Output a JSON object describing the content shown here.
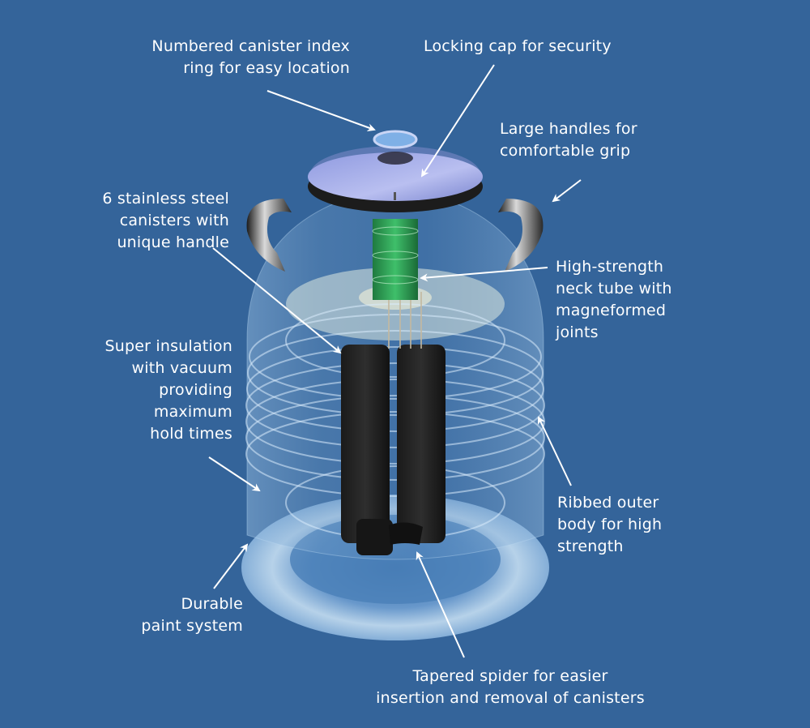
{
  "diagram": {
    "background_color": "#34649a",
    "label_color": "#ffffff",
    "subject": "cryogenic storage dewar with canisters",
    "callouts": [
      {
        "id": "index-ring",
        "text": "Numbered canister index\nring for easy location"
      },
      {
        "id": "locking-cap",
        "text": "Locking cap for security"
      },
      {
        "id": "handles",
        "text": "Large handles for\ncomfortable grip"
      },
      {
        "id": "canisters",
        "text": "6 stainless steel\ncanisters with\nunique handle"
      },
      {
        "id": "neck-tube",
        "text": "High-strength\nneck tube with\nmagneformed\njoints"
      },
      {
        "id": "insulation",
        "text": "Super insulation\nwith vacuum\nproviding\nmaximum\nhold times"
      },
      {
        "id": "ribbed-body",
        "text": "Ribbed outer\nbody for high\nstrength"
      },
      {
        "id": "paint",
        "text": "Durable\npaint system"
      },
      {
        "id": "spider",
        "text": "Tapered spider for easier\ninsertion and removal of canisters"
      }
    ]
  }
}
